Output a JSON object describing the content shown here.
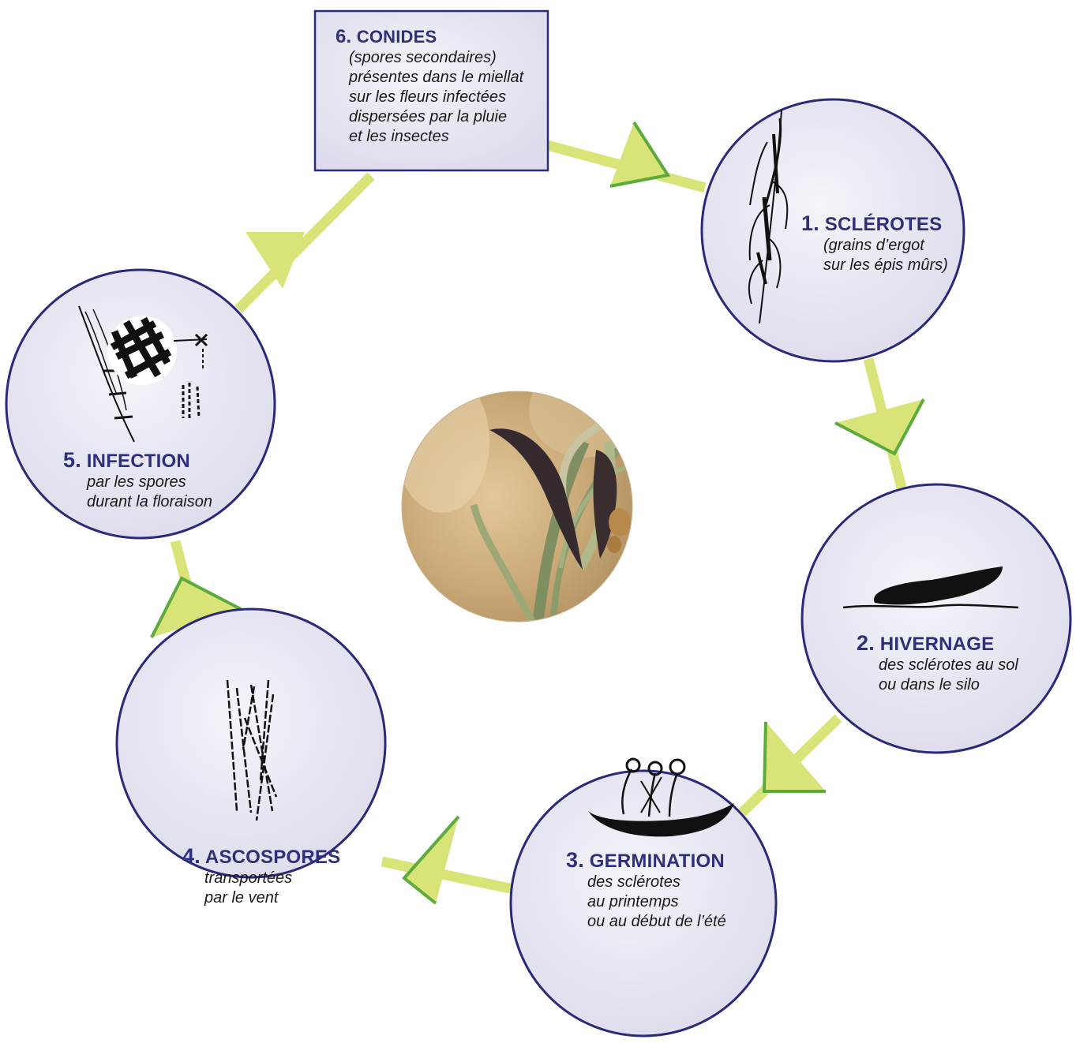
{
  "stages": [
    {
      "number": "1.",
      "title": "SCLÉROTES",
      "lines": [
        "(grains d’ergot",
        "sur les épis mûrs)"
      ]
    },
    {
      "number": "2.",
      "title": "HIVERNAGE",
      "lines": [
        "des sclérotes au sol",
        "ou dans le silo"
      ]
    },
    {
      "number": "3.",
      "title": "GERMINATION",
      "lines": [
        "des sclérotes",
        "au printemps",
        "ou au début de l’été"
      ]
    },
    {
      "number": "4.",
      "title": "ASCOSPORES",
      "lines": [
        "transportées",
        "par le vent"
      ]
    },
    {
      "number": "5.",
      "title": "INFECTION",
      "lines": [
        "par les spores",
        "durant la floraison"
      ]
    },
    {
      "number": "6.",
      "title": "CONIDES",
      "lines": [
        "(spores secondaires)",
        "présentes dans le miellat",
        "sur les fleurs infectées",
        "dispersées par la pluie",
        "et les insectes"
      ]
    }
  ],
  "colors": {
    "circle_fill": "#e6e6f3",
    "circle_stroke": "#2a2a7a",
    "arrow_fill": "#d9e478",
    "arrow_edge": "#5cab3c",
    "title": "#2e2f7d"
  },
  "icons": [
    "ergot-spike-icon",
    "sclerotium-icon",
    "germinating-sclerotium-icon",
    "ascospores-icon",
    "infected-flower-icon",
    "ergot-photo"
  ]
}
